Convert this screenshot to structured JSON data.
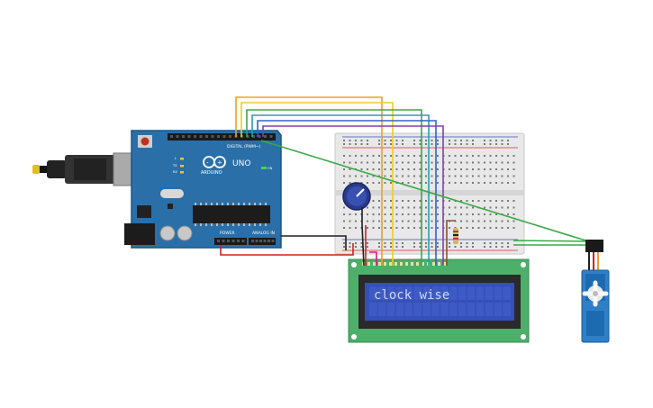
{
  "arduino": {
    "brand": "ARDUINO",
    "model": "UNO",
    "digital_header": "DIGITAL (PWM~)",
    "power_label": "POWER",
    "analog_label": "ANALOG IN",
    "tx_label": "TX",
    "rx_label": "RX",
    "l_label": "L",
    "on_label": "ON"
  },
  "lcd": {
    "text_line1": "clock wise",
    "text_line2": ""
  },
  "colors": {
    "board": "#2a6fa8",
    "breadboard": "#e8e8e8",
    "lcd_pcb": "#4caf6a",
    "lcd_screen": "#3550b8",
    "lcd_text": "#cfd8ff",
    "servo": "#2f7fc8",
    "wire_orange": "#f0a020",
    "wire_yellow": "#e8d020",
    "wire_green": "#3aa845",
    "wire_teal": "#28a0b0",
    "wire_blue": "#3060d0",
    "wire_purple": "#8040b0",
    "wire_red": "#d02020",
    "wire_black": "#202020"
  }
}
